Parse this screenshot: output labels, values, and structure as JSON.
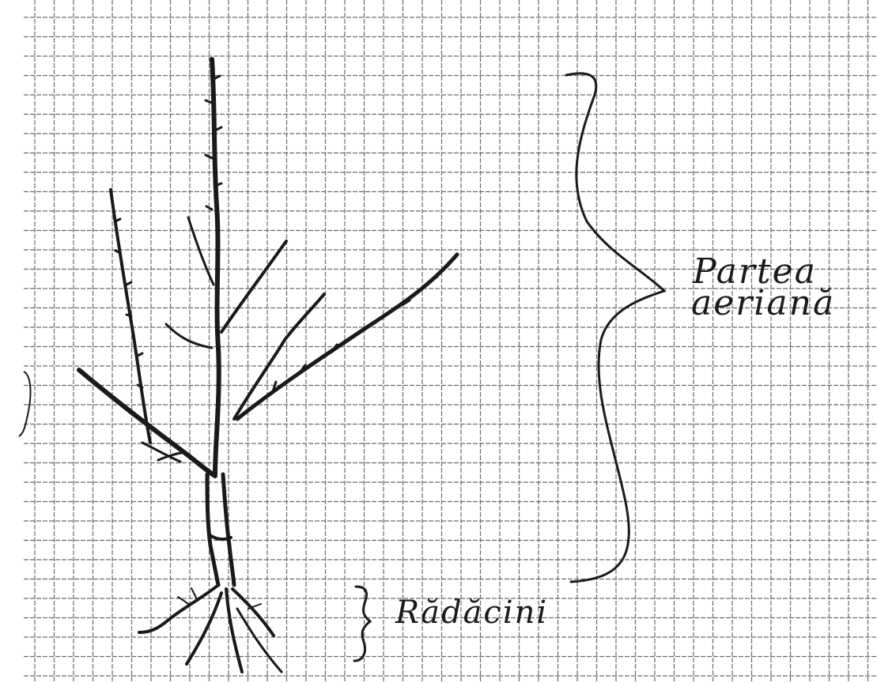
{
  "labels": {
    "aerial_part_line1": "Partea",
    "aerial_part_line2": "aeriană",
    "roots": "Rădăcini"
  },
  "colors": {
    "paper": "#ffffff",
    "grid": "#6b6b6b",
    "ink": "#1a1a1a"
  }
}
